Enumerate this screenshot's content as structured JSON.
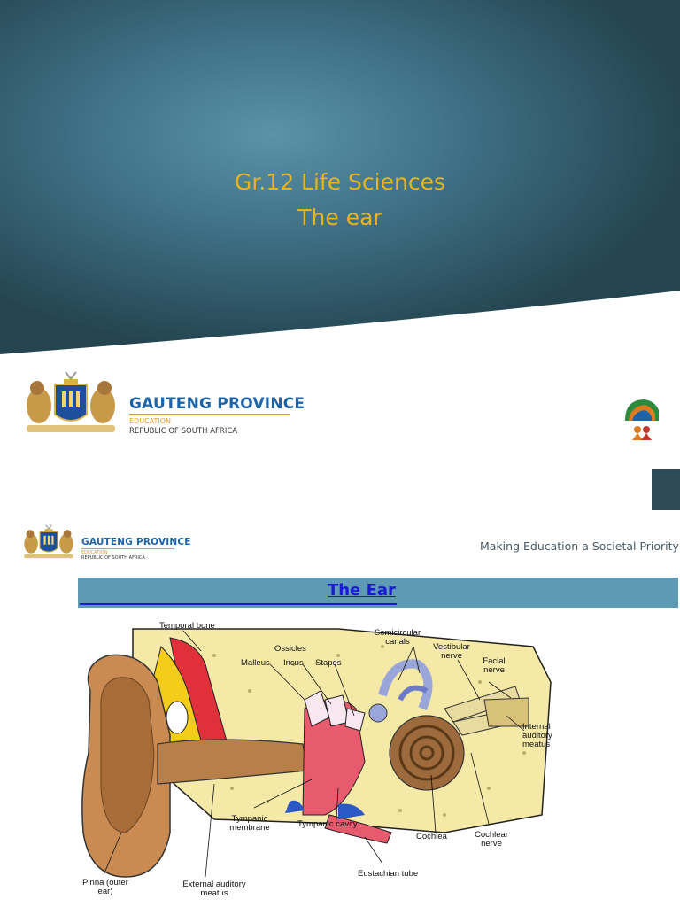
{
  "slide1": {
    "title_line1": "Gr.12 Life Sciences",
    "title_line2": "The ear"
  },
  "logo_large": {
    "province": "GAUTENG PROVINCE",
    "department": "EDUCATION",
    "country": "REPUBLIC OF SOUTH AFRICA"
  },
  "logo_small": {
    "province": "GAUTENG PROVINCE",
    "department": "EDUCATION",
    "country": "REPUBLIC OF SOUTH AFRICA"
  },
  "slide2": {
    "tagline": "Making Education a Societal Priority",
    "heading": "The Ear"
  },
  "diagram_labels": {
    "temporal_bone": "Temporal bone",
    "ossicles": "Ossicles",
    "malleus": "Malleus",
    "incus": "Incus",
    "stapes": "Stapes",
    "semicircular_canals": "Semicircular canals",
    "vestibular_nerve": "Vestibular nerve",
    "facial_nerve": "Facial nerve",
    "internal_auditory_meatus": "Internal auditory meatus",
    "tympanic_membrane": "Tympanic membrane",
    "tympanic_cavity": "Tympanic cavity",
    "cochlea": "Cochlea",
    "cochlear_nerve": "Cochlear nerve",
    "eustachian_tube": "Eustachian tube",
    "pinna": "Pinna (outer ear)",
    "external_auditory_meatus": "External auditory meatus"
  },
  "colors": {
    "title_text": "#e8b41c",
    "banner_dark": "#24444f",
    "banner_light": "#5a93a8",
    "header_bar": "#5e9ab4",
    "heading_link": "#1a1ad6",
    "gauteng_blue": "#1d63a8",
    "gauteng_orange": "#e39a1f"
  },
  "icons": {
    "coat_of_arms": "gauteng-coat-of-arms-icon",
    "education_logo": "education-emblem-icon"
  }
}
